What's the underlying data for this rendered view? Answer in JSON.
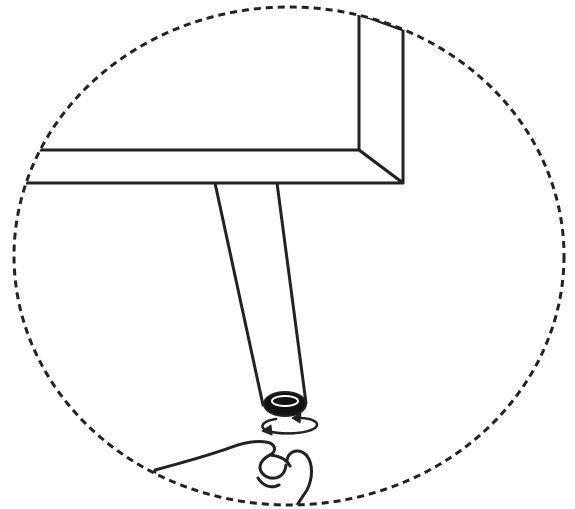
{
  "diagram": {
    "subject": "furniture-leg-levelling-foot-detail",
    "components": [
      "detail-circle",
      "cabinet-side-panel",
      "cabinet-bottom-rail",
      "tapered-leg",
      "adjustable-foot",
      "rotation-arrow",
      "hand"
    ],
    "colors": {
      "line": "#222222",
      "fill": "#ffffff",
      "foot": "#111111"
    }
  }
}
